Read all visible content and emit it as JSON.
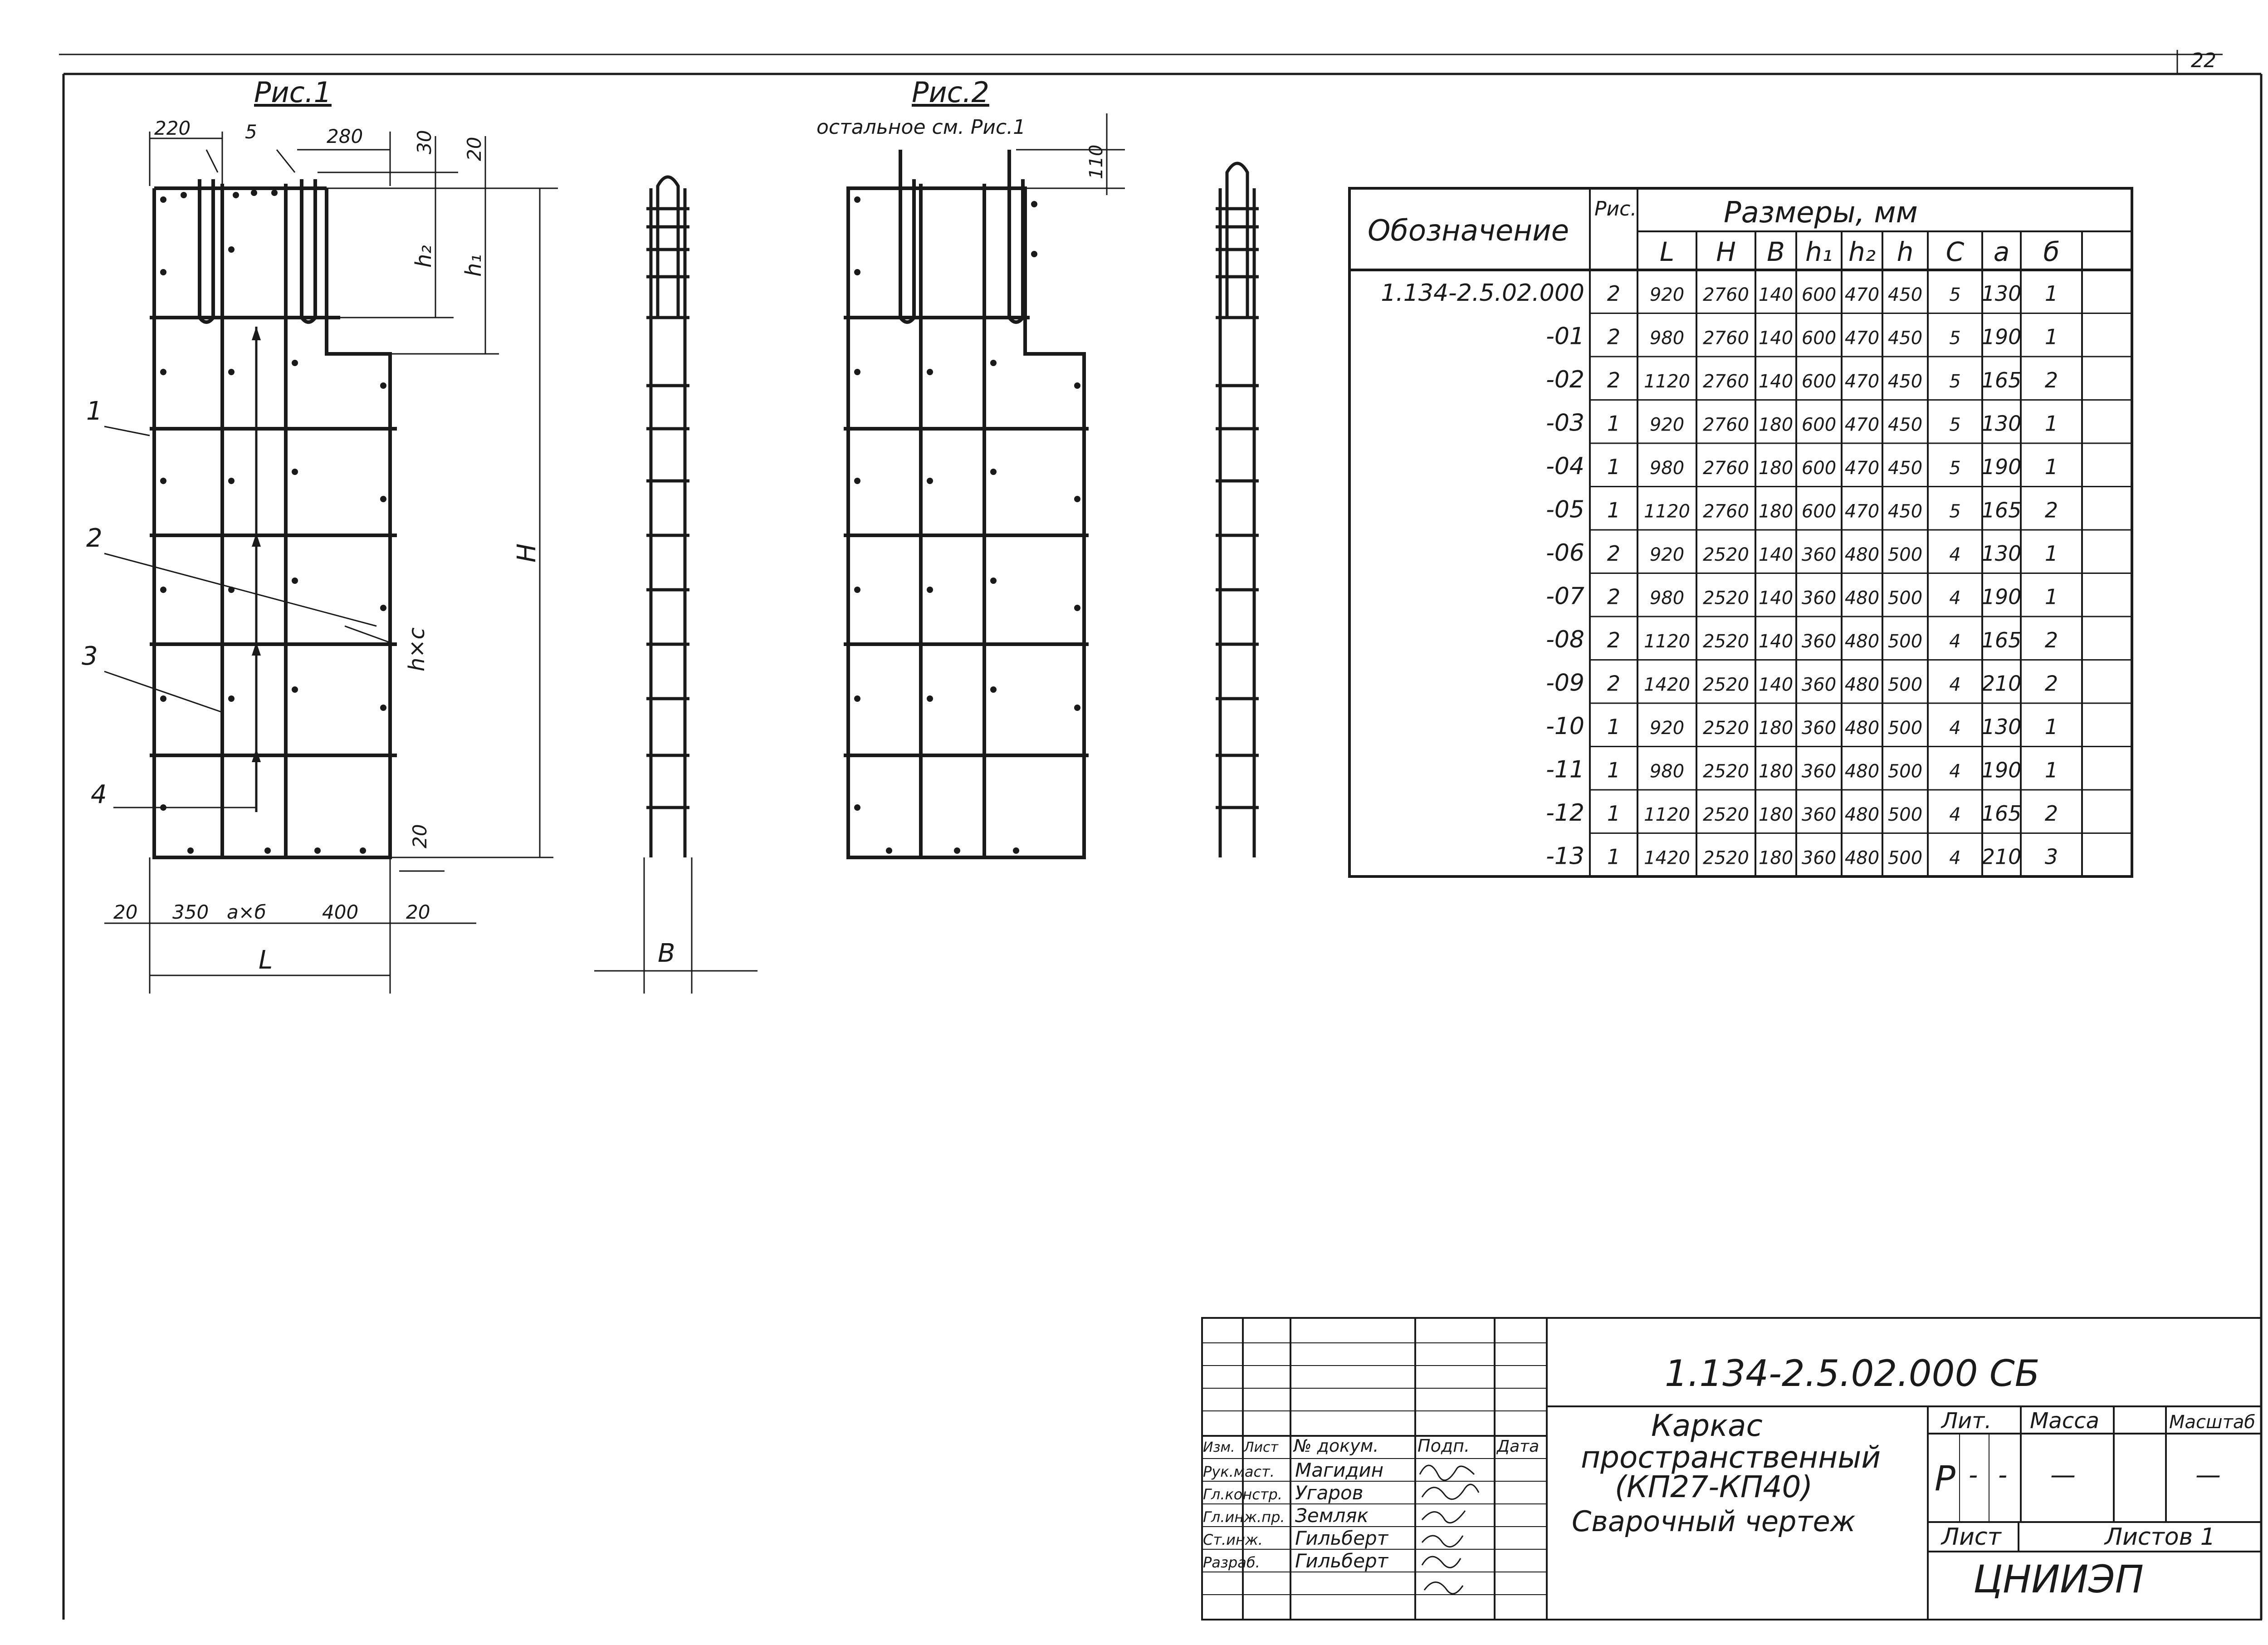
{
  "sheet": {
    "page_number": "22"
  },
  "fig1": {
    "title": "Рис.1",
    "dims": {
      "d220": "220",
      "d5": "5",
      "d280": "280",
      "d30": "30",
      "d20a": "20",
      "h2": "h₂",
      "h1": "h₁",
      "H": "H",
      "hxc": "h×c",
      "d20b": "20",
      "b20l": "20",
      "b350": "350",
      "axb": "a×б",
      "b400": "400",
      "b20r": "20",
      "L": "L",
      "B": "B"
    },
    "leaders": [
      "1",
      "2",
      "3",
      "4"
    ]
  },
  "fig2": {
    "title": "Рис.2",
    "subtitle": "остальное см. Рис.1",
    "d110": "110"
  },
  "table": {
    "headers": {
      "designation": "Обозначение",
      "fig": "Рис.",
      "sizes": "Размеры, мм",
      "cols": [
        "L",
        "H",
        "B",
        "h₁",
        "h₂",
        "h",
        "C",
        "a",
        "б"
      ]
    },
    "rows": [
      [
        "1.134-2.5.02.000",
        "2",
        "920",
        "2760",
        "140",
        "600",
        "470",
        "450",
        "5",
        "130",
        "1"
      ],
      [
        "-01",
        "2",
        "980",
        "2760",
        "140",
        "600",
        "470",
        "450",
        "5",
        "190",
        "1"
      ],
      [
        "-02",
        "2",
        "1120",
        "2760",
        "140",
        "600",
        "470",
        "450",
        "5",
        "165",
        "2"
      ],
      [
        "-03",
        "1",
        "920",
        "2760",
        "180",
        "600",
        "470",
        "450",
        "5",
        "130",
        "1"
      ],
      [
        "-04",
        "1",
        "980",
        "2760",
        "180",
        "600",
        "470",
        "450",
        "5",
        "190",
        "1"
      ],
      [
        "-05",
        "1",
        "1120",
        "2760",
        "180",
        "600",
        "470",
        "450",
        "5",
        "165",
        "2"
      ],
      [
        "-06",
        "2",
        "920",
        "2520",
        "140",
        "360",
        "480",
        "500",
        "4",
        "130",
        "1"
      ],
      [
        "-07",
        "2",
        "980",
        "2520",
        "140",
        "360",
        "480",
        "500",
        "4",
        "190",
        "1"
      ],
      [
        "-08",
        "2",
        "1120",
        "2520",
        "140",
        "360",
        "480",
        "500",
        "4",
        "165",
        "2"
      ],
      [
        "-09",
        "2",
        "1420",
        "2520",
        "140",
        "360",
        "480",
        "500",
        "4",
        "210",
        "2"
      ],
      [
        "-10",
        "1",
        "920",
        "2520",
        "180",
        "360",
        "480",
        "500",
        "4",
        "130",
        "1"
      ],
      [
        "-11",
        "1",
        "980",
        "2520",
        "180",
        "360",
        "480",
        "500",
        "4",
        "190",
        "1"
      ],
      [
        "-12",
        "1",
        "1120",
        "2520",
        "180",
        "360",
        "480",
        "500",
        "4",
        "165",
        "2"
      ],
      [
        "-13",
        "1",
        "1420",
        "2520",
        "180",
        "360",
        "480",
        "500",
        "4",
        "210",
        "3"
      ]
    ]
  },
  "title_block": {
    "doc_code": "1.134-2.5.02.000 СБ",
    "name_line1": "Каркас",
    "name_line2": "пространственный",
    "name_line3": "(КП27-КП40)",
    "name_line4": "Сварочный чертеж",
    "lit_label": "Лит.",
    "mass_label": "Масса",
    "scale_label": "Масштаб",
    "lit_value": "Р",
    "lit_dash1": "-",
    "lit_dash2": "-",
    "mass_value": "—",
    "scale_value": "—",
    "sheet_label": "Лист",
    "sheets_label": "Листов 1",
    "org": "ЦНИИЭП",
    "hdr": [
      "Изм.",
      "Лист",
      "№ докум.",
      "Подп.",
      "Дата"
    ],
    "roles": [
      {
        "role": "Рук.маст.",
        "name": "Магидин"
      },
      {
        "role": "Гл.констр.",
        "name": "Угаров"
      },
      {
        "role": "Гл.инж.пр.",
        "name": "Земляк"
      },
      {
        "role": "Ст.инж.",
        "name": "Гильберт"
      },
      {
        "role": "Разраб.",
        "name": "Гильберт"
      }
    ]
  }
}
